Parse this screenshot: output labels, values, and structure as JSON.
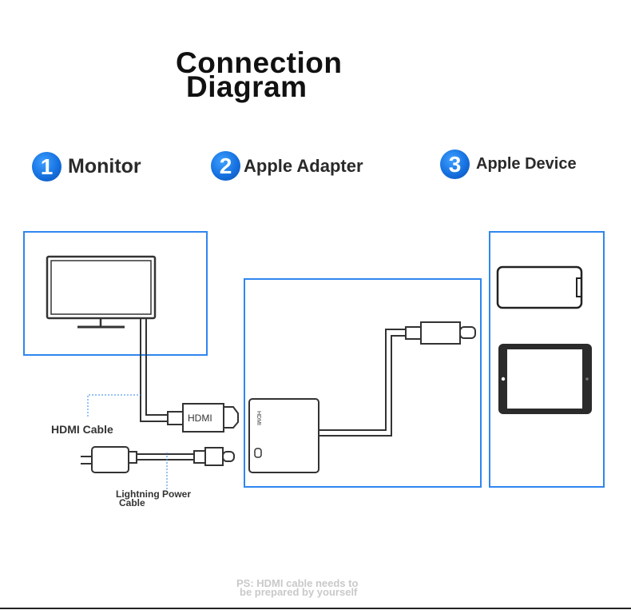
{
  "title": {
    "line1": "Connection",
    "line2": "Diagram"
  },
  "steps": [
    {
      "number": "1",
      "label": "Monitor"
    },
    {
      "number": "2",
      "label": "Apple Adapter"
    },
    {
      "number": "3",
      "label": "Apple Device"
    }
  ],
  "labels": {
    "hdmi_plug": "HDMI",
    "adapter_port": "HDMI",
    "hdmi_cable": "HDMI Cable",
    "lightning_line1": "Lightning Power",
    "lightning_line2": "Cable"
  },
  "note": {
    "line1": "PS: HDMI cable needs to",
    "line2": "be prepared by yourself"
  },
  "colors": {
    "accent": "#2f86ef",
    "badge": "#1671e0",
    "line": "#333333"
  }
}
